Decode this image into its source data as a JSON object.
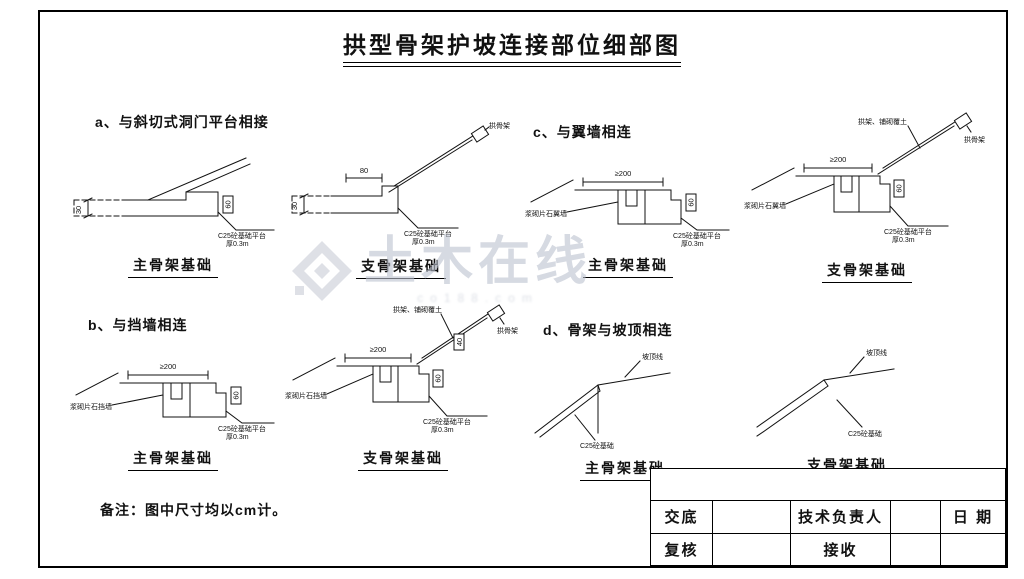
{
  "frame": {
    "title": "拱型骨架护坡连接部位细部图"
  },
  "note": "备注：图中尺寸均以cm计。",
  "watermark": {
    "name": "土木在线",
    "site": "co188.com"
  },
  "captions": {
    "main": "主骨架基础",
    "sub": "支骨架基础"
  },
  "labels": {
    "arch": "拱骨架",
    "platform": "C25砼基础平台",
    "thickness": "厚0.3m",
    "cover": "拱架、铺砌覆土",
    "wing_wall": "浆砌片石翼墙",
    "retaining_wall": "浆砌片石挡墙",
    "slope_top": "坡顶线",
    "foundation": "C25砼基础"
  },
  "dims": {
    "d30": "30",
    "d60": "60",
    "d80": "80",
    "d40": "40",
    "d200": "≥200"
  },
  "sections": {
    "a": {
      "heading": "a、与斜切式洞门平台相接"
    },
    "b": {
      "heading": "b、与挡墙相连"
    },
    "c": {
      "heading": "c、与翼墙相连"
    },
    "d": {
      "heading": "d、骨架与坡顶相连"
    }
  },
  "titleblock": {
    "jiaodi": "交底",
    "tech": "技术负责人",
    "date": "日 期",
    "fuhe": "复核",
    "jieshou": "接收"
  }
}
